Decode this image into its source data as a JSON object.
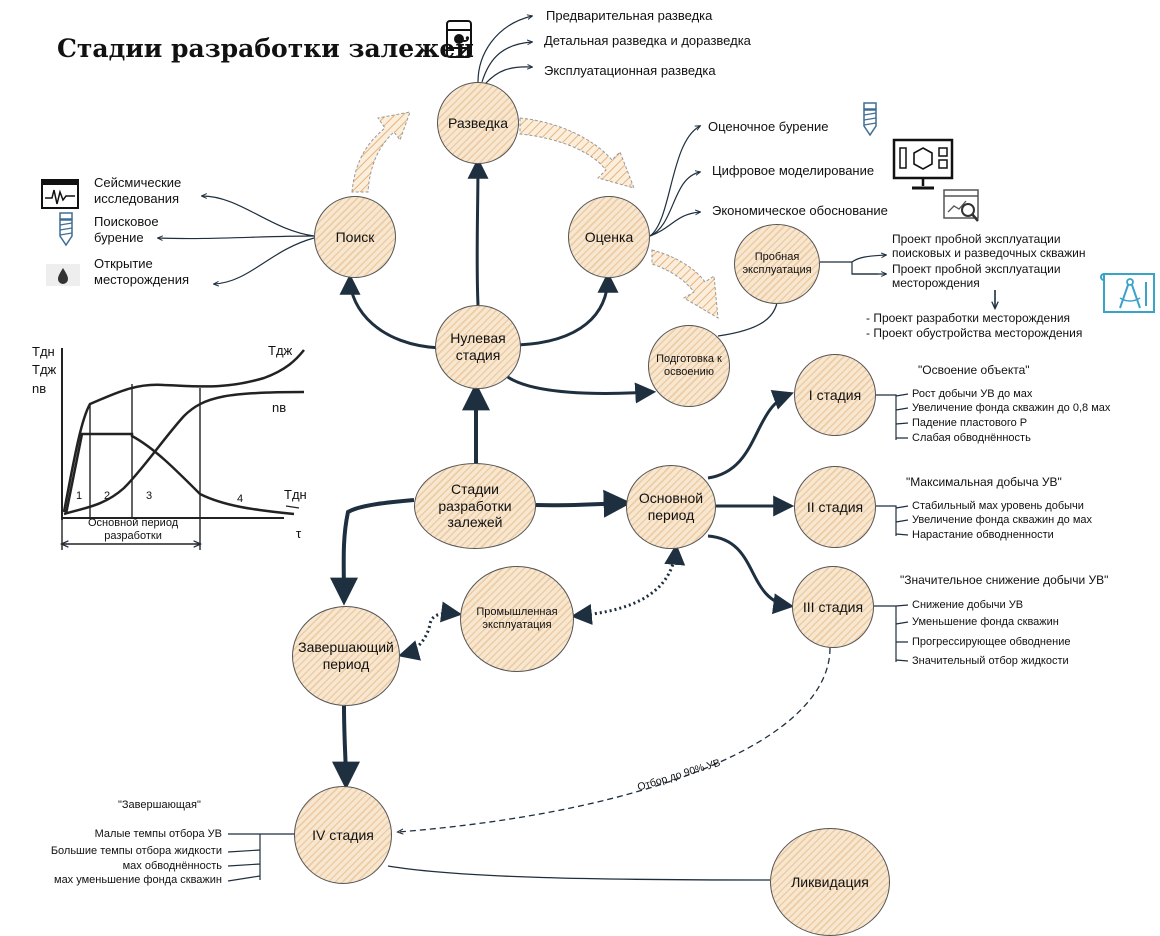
{
  "title": "Стадии разработки залежей",
  "nodes": {
    "razvedka": "Разведка",
    "poisk": "Поиск",
    "ocenka": "Оценка",
    "probnaya": "Пробная\nэксплуатация",
    "nulevaya": "Нулевая\nстадия",
    "podgotovka": "Подготовка к\nосвоению",
    "stadii": "Стадии\nразработки\nзалежей",
    "osnovnoy": "Основной\nпериод",
    "stage1": "I стадия",
    "stage2": "II стадия",
    "stage3": "III стадия",
    "promyshl": "Промышленная\nэксплуатация",
    "zavershayushchiy": "Завершающий\nпериод",
    "stage4": "IV стадия",
    "likvidaciya": "Ликвидация"
  },
  "razvedka_branches": [
    "Предварительная разведка",
    "Детальная разведка и доразведка",
    "Эксплуатационная разведка"
  ],
  "poisk_branches": [
    "Сейсмические\nисследования",
    "Поисковое\nбурение",
    "Открытие\nместорождения"
  ],
  "ocenka_branches": [
    "Оценочное бурение",
    "Цифровое моделирование",
    "Экономическое обоснование"
  ],
  "probnaya_branches": [
    "Проект пробной эксплуатации\nпоисковых и разведочных скважин",
    "Проект пробной эксплуатации\nместорождения"
  ],
  "probnaya_result": [
    "- Проект разработки месторождения",
    "- Проект обустройства месторождения"
  ],
  "stage1": {
    "heading": "\"Освоение объекта\"",
    "items": [
      "Рост добычи УВ до мах",
      "Увеличение фонда скважин до 0,8 мах",
      "Падение пластового Р",
      "Слабая обводнённость"
    ]
  },
  "stage2": {
    "heading": "\"Максимальная добыча УВ\"",
    "items": [
      "Стабильный мах уровень добычи",
      "Увеличение фонда скважин до мах",
      "Нарастание обводненности"
    ]
  },
  "stage3": {
    "heading": "\"Значительное снижение добычи УВ\"",
    "items": [
      "Снижение добычи УВ",
      "Уменьшение фонда скважин",
      "Прогрессирующее обводнение",
      "Значительный отбор жидкости"
    ]
  },
  "stage4": {
    "heading": "\"Завершающая\"",
    "items": [
      "Малые темпы отбора УВ",
      "Большие темпы отбора жидкости",
      "мах обводнённость",
      "мах уменьшение фонда скважин"
    ]
  },
  "dashed_label": "Отбор до 90% УВ",
  "graph": {
    "ylabels": [
      "Тдн",
      "Тдж",
      "nв"
    ],
    "curve_labels": {
      "tdzh": "Тдж",
      "nv": "nв",
      "tdn": "Тдн"
    },
    "zones": [
      "1",
      "2",
      "3",
      "4"
    ],
    "period_label": "Основной период\nразработки",
    "xlabel": "τ"
  },
  "icons": {
    "oil_barrel": "oil-barrel-icon",
    "seismic": "seismograph-icon",
    "drill_poisk": "drill-bit-icon",
    "discovery": "oil-drop-icon",
    "drill_ocenka": "drill-bit-icon",
    "modeling": "computer-model-icon",
    "economics": "analytics-icon",
    "blueprint": "blueprint-compass-icon"
  },
  "colors": {
    "arrow": "#1e2f3f",
    "node_fill": "#f7e7d0",
    "hatch": "#e2aa6e",
    "blueprint": "#3aa3c8",
    "drill": "#3f6f93"
  }
}
